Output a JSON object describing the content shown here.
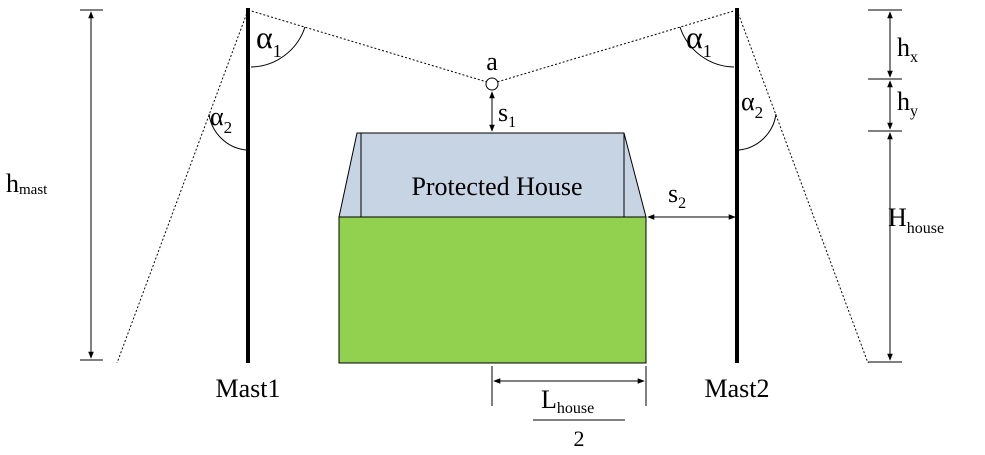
{
  "house": {
    "label": "Protected House",
    "roof_color": "#c6d4e4",
    "wall_color": "#92d050"
  },
  "masts": {
    "left_label": "Mast1",
    "right_label": "Mast2",
    "color": "#000000"
  },
  "point": {
    "label": "a"
  },
  "angles": {
    "alpha1": {
      "base": "α",
      "sub": "1"
    },
    "alpha2": {
      "base": "α",
      "sub": "2"
    }
  },
  "dimensions": {
    "h_mast": {
      "base": "h",
      "sub": "mast"
    },
    "h_x": {
      "base": "h",
      "sub": "x"
    },
    "h_y": {
      "base": "h",
      "sub": "y"
    },
    "H_house": {
      "base": "H",
      "sub": "house"
    },
    "s1": {
      "base": "s",
      "sub": "1"
    },
    "s2": {
      "base": "s",
      "sub": "2"
    },
    "L_half": {
      "base": "L",
      "sub": "house",
      "denominator": "2"
    }
  }
}
